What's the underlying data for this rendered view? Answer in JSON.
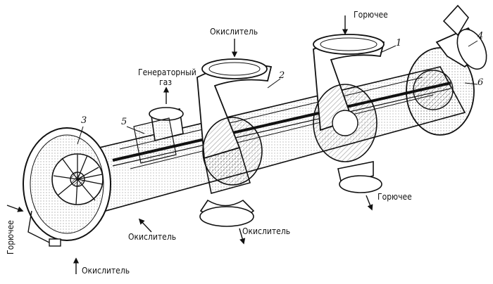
{
  "labels": {
    "fuel_top": "Горючее",
    "oxidizer_top": "Окислитель",
    "generator_gas_line1": "Генераторный",
    "generator_gas_line2": "газ",
    "fuel_bottom_right": "Горючее",
    "oxidizer_bottom_center": "Окислитель",
    "oxidizer_bottom_left": "Окислитель",
    "oxidizer_bottom": "Окислитель",
    "fuel_left": "Горючее"
  },
  "callouts": [
    "1",
    "2",
    "3",
    "4",
    "5",
    "6"
  ]
}
